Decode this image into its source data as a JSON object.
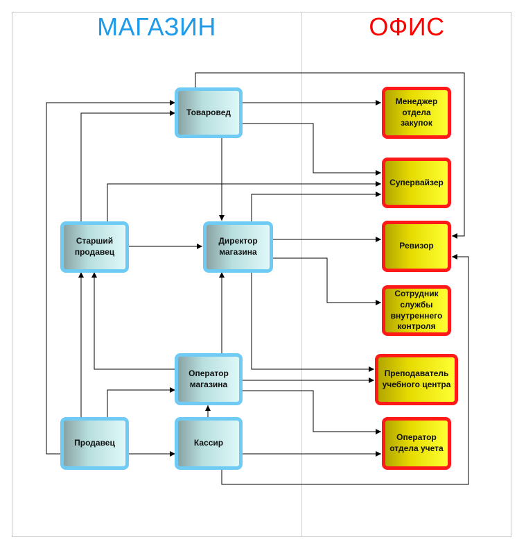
{
  "columns": {
    "store": {
      "title": "МАГАЗИН",
      "color": "#1e9be8"
    },
    "office": {
      "title": "ОФИС",
      "color": "#ff0000"
    }
  },
  "nodes": {
    "tovaroved": "Товаровед",
    "starshiy": "Старший продавец",
    "direktor": "Директор магазина",
    "operator_mag": "Оператор магазина",
    "prodavec": "Продавец",
    "kassir": "Кассир",
    "menedzher": "Менеджер отдела закупок",
    "supervayzer": "Супервайзер",
    "revizor": "Ревизор",
    "sotrudnik": "Сотрудник службы внутреннего контроля",
    "prepodavatel": "Преподаватель учебного центра",
    "operator_uch": "Оператор отдела учета"
  },
  "colors": {
    "store_border": "#6fcaf4",
    "office_border": "#ff1a1a",
    "office_fill": "#e6db00",
    "edge": "#000000"
  }
}
